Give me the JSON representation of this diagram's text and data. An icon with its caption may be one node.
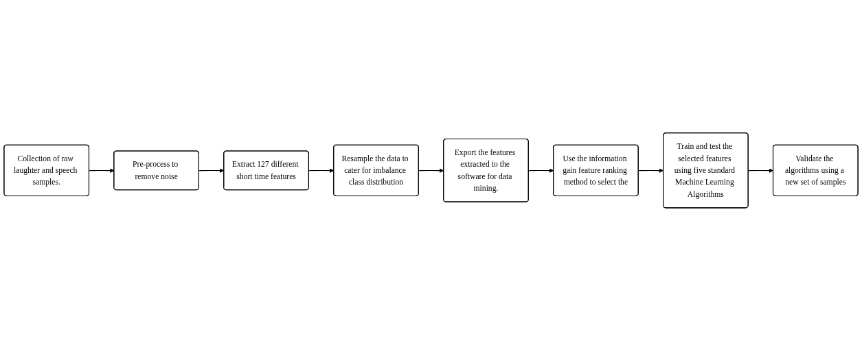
{
  "diagram": {
    "nodes": [
      {
        "text": [
          "Collection of raw laughter and speech samples."
        ]
      },
      {
        "text": [
          "Pre-process to remove noise"
        ]
      },
      {
        "text": [
          "Extract 127 different short time features"
        ]
      },
      {
        "text": [
          "Resample the data to cater for imbalance class distribution"
        ]
      },
      {
        "text": [
          "Export the features extracted to the software for data mining."
        ]
      },
      {
        "text": [
          "Use the information gain feature ranking method to select the"
        ]
      },
      {
        "text": [
          "Train and test the selected features using five standard Machine Learning Algorithms"
        ]
      },
      {
        "text": [
          "Validate the algorithms using a new set of samples"
        ]
      }
    ],
    "edges": [
      {
        "from": 0,
        "to": 1,
        "arrow": "to"
      },
      {
        "from": 1,
        "to": 2,
        "arrow": "to"
      },
      {
        "from": 2,
        "to": 3,
        "arrow": "to"
      },
      {
        "from": 3,
        "to": 4,
        "arrow": "to"
      },
      {
        "from": 4,
        "to": 5,
        "arrow": "to"
      },
      {
        "from": 5,
        "to": 6,
        "arrow": "to"
      },
      {
        "from": 6,
        "to": 7,
        "arrow": "to"
      }
    ]
  }
}
